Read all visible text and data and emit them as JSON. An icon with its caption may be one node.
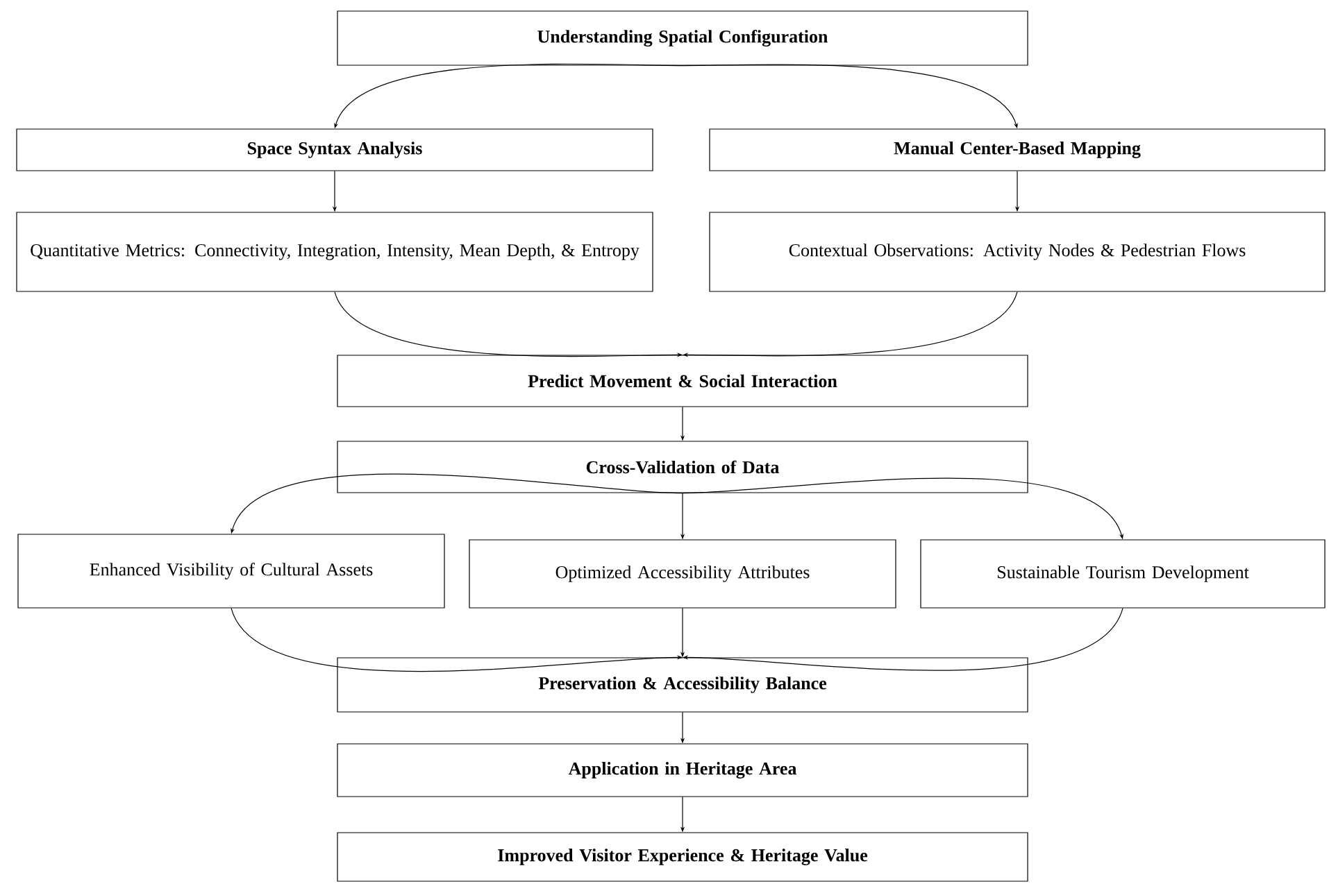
{
  "diagram": {
    "nodes": [
      {
        "text": [
          "**Understanding Spatial Configuration**"
        ]
      },
      {
        "text": [
          "**Space Syntax Analysis**"
        ]
      },
      {
        "text": [
          "**Manual Center-Based Mapping**"
        ]
      },
      {
        "text": [
          "Quantitative Metrics: Connectivity, Integration, Intensity, Mean Depth, & Entropy"
        ]
      },
      {
        "text": [
          "Contextual Observations: Activity Nodes & Pedestrian Flows"
        ]
      },
      {
        "text": [
          "**Predict Movement & Social Interaction**"
        ]
      },
      {
        "text": [
          "**Cross-Validation of Data**"
        ]
      },
      {
        "text": [
          "Enhanced Visibility of Cultural Assets"
        ]
      },
      {
        "text": [
          "Optimized Accessibility Attributes"
        ]
      },
      {
        "text": [
          "Sustainable Tourism Development"
        ]
      },
      {
        "text": [
          "**Preservation & Accessibility Balance**"
        ]
      },
      {
        "text": [
          "**Application in Heritage Area**"
        ]
      },
      {
        "text": [
          "**Improved Visitor Experience & Heritage Value**"
        ]
      }
    ],
    "edges": [
      {
        "from": 0,
        "to": 1,
        "arrow": "to"
      },
      {
        "from": 0,
        "to": 2,
        "arrow": "to"
      },
      {
        "from": 1,
        "to": 3,
        "arrow": "to"
      },
      {
        "from": 2,
        "to": 4,
        "arrow": "to"
      },
      {
        "from": 3,
        "to": 5,
        "arrow": "to"
      },
      {
        "from": 4,
        "to": 5,
        "arrow": "to"
      },
      {
        "from": 5,
        "to": 6,
        "arrow": "to"
      },
      {
        "from": 6,
        "to": 7,
        "arrow": "to"
      },
      {
        "from": 6,
        "to": 8,
        "arrow": "to"
      },
      {
        "from": 6,
        "to": 9,
        "arrow": "to"
      },
      {
        "from": 7,
        "to": 10,
        "arrow": "to"
      },
      {
        "from": 8,
        "to": 10,
        "arrow": "to"
      },
      {
        "from": 9,
        "to": 10,
        "arrow": "to"
      },
      {
        "from": 10,
        "to": 11,
        "arrow": "to"
      },
      {
        "from": 11,
        "to": 12,
        "arrow": "to"
      }
    ]
  }
}
